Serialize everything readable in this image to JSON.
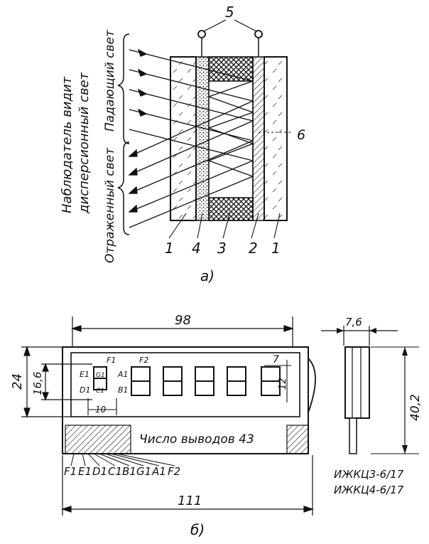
{
  "part_a": {
    "caption": "а)",
    "side_label_line1": "Наблюдатель видит",
    "side_label_line2": "дисперсионный свет",
    "incident_label": "Падающий свет",
    "reflected_label": "Отраженный свет",
    "terminal_label": "5",
    "label_6": "6",
    "bottom_labels": [
      "1",
      "4",
      "3",
      "2",
      "1"
    ]
  },
  "part_b": {
    "caption": "б)",
    "dim_98": "98",
    "dim_111": "111",
    "dim_24": "24",
    "dim_16_6": "16,6",
    "dim_10": "10",
    "dim_7": "7",
    "dim_12": "12",
    "dim_7_6": "7,6",
    "dim_40_2": "40,2",
    "pin_count_text": "Число выводов 43",
    "segment_labels": {
      "F1": "F1",
      "E1": "E1",
      "D1": "D1",
      "G1": "G1",
      "C1": "C1",
      "B1": "B1",
      "A1": "A1",
      "F2": "F2"
    },
    "pin_label_row": [
      "F1",
      "E1",
      "D1",
      "C1",
      "B1",
      "G1",
      "A1",
      "F2"
    ],
    "model_names": [
      "ИЖКЦ3-6/17",
      "ИЖКЦ4-6/17"
    ]
  }
}
